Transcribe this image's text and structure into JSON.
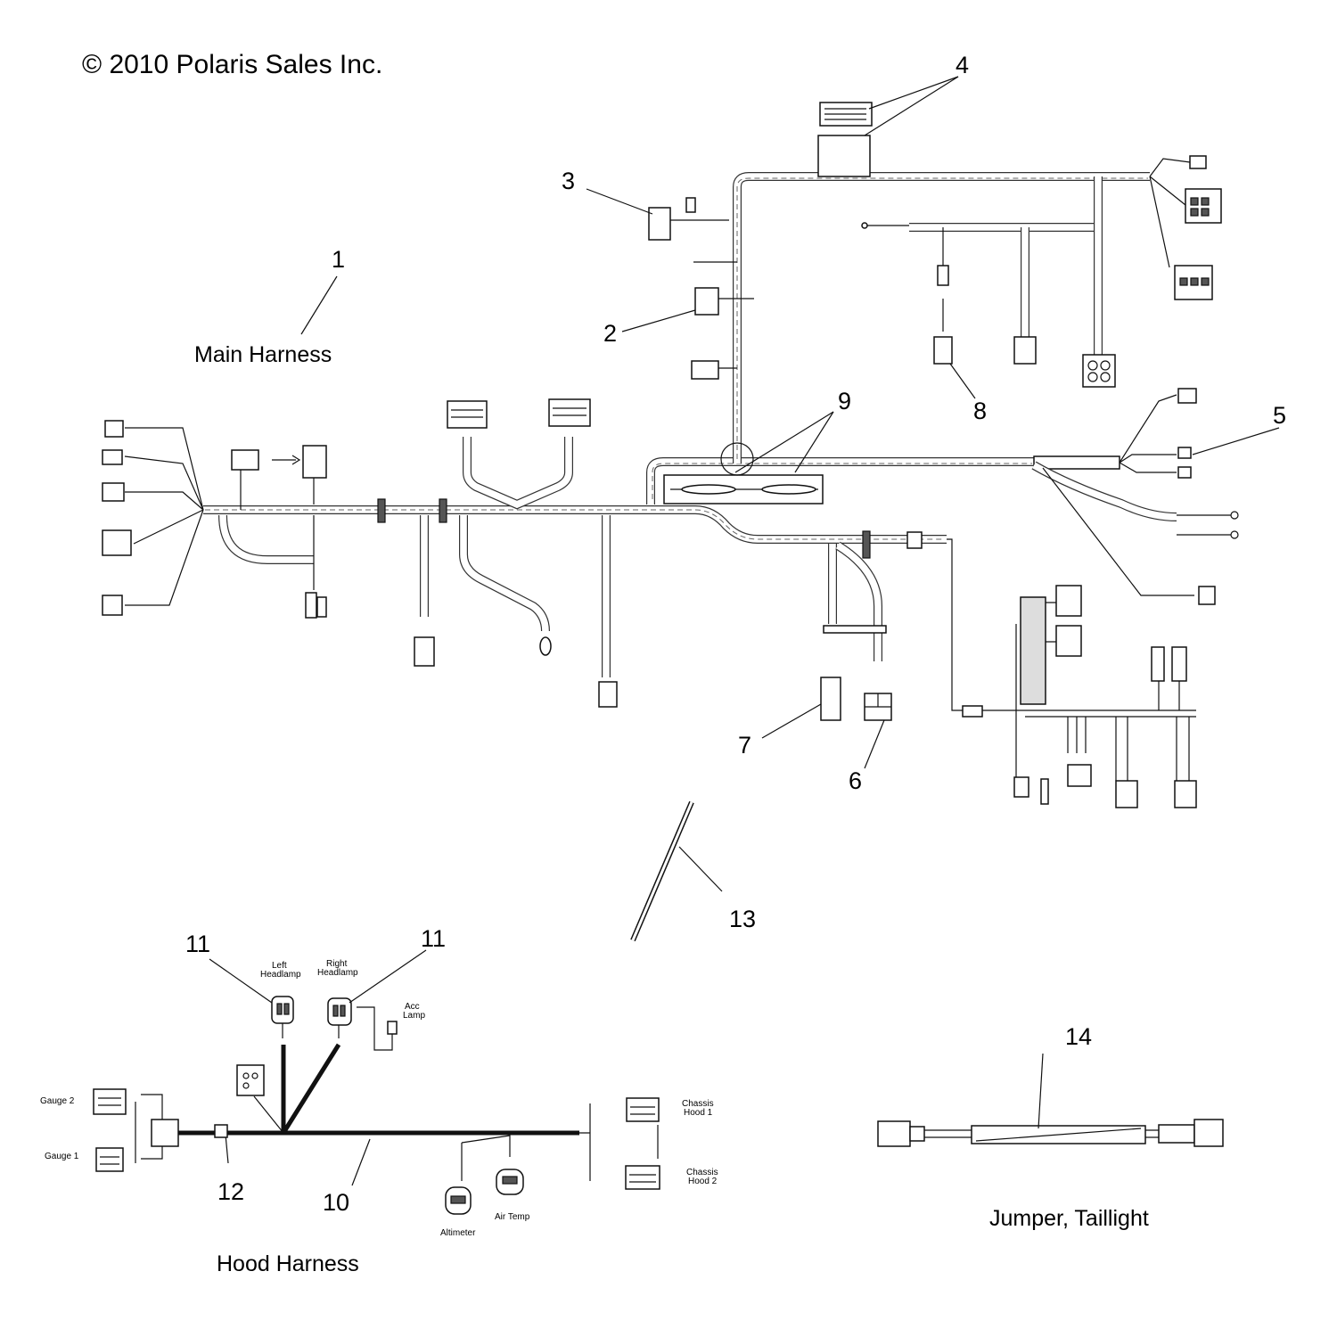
{
  "copyright": "© 2010 Polaris Sales Inc.",
  "callouts": [
    "1",
    "2",
    "3",
    "4",
    "5",
    "6",
    "7",
    "8",
    "9",
    "10",
    "11",
    "11",
    "12",
    "13",
    "14"
  ],
  "titles": {
    "main_harness": "Main Harness",
    "hood_harness": "Hood Harness",
    "jumper_taillight": "Jumper, Taillight"
  },
  "hood_labels": {
    "left_headlamp_1": "Left",
    "left_headlamp_2": "Headlamp",
    "right_headlamp_1": "Right",
    "right_headlamp_2": "Headlamp",
    "acc_lamp_1": "Acc",
    "acc_lamp_2": "Lamp",
    "gauge_2": "Gauge 2",
    "gauge_1": "Gauge 1",
    "chassis_hood_1_a": "Chassis",
    "chassis_hood_1_b": "Hood 1",
    "chassis_hood_2_a": "Chassis",
    "chassis_hood_2_b": "Hood 2",
    "altimeter": "Altimeter",
    "air_temp": "Air Temp"
  },
  "colors": {
    "ink": "#111111",
    "background": "#ffffff"
  }
}
